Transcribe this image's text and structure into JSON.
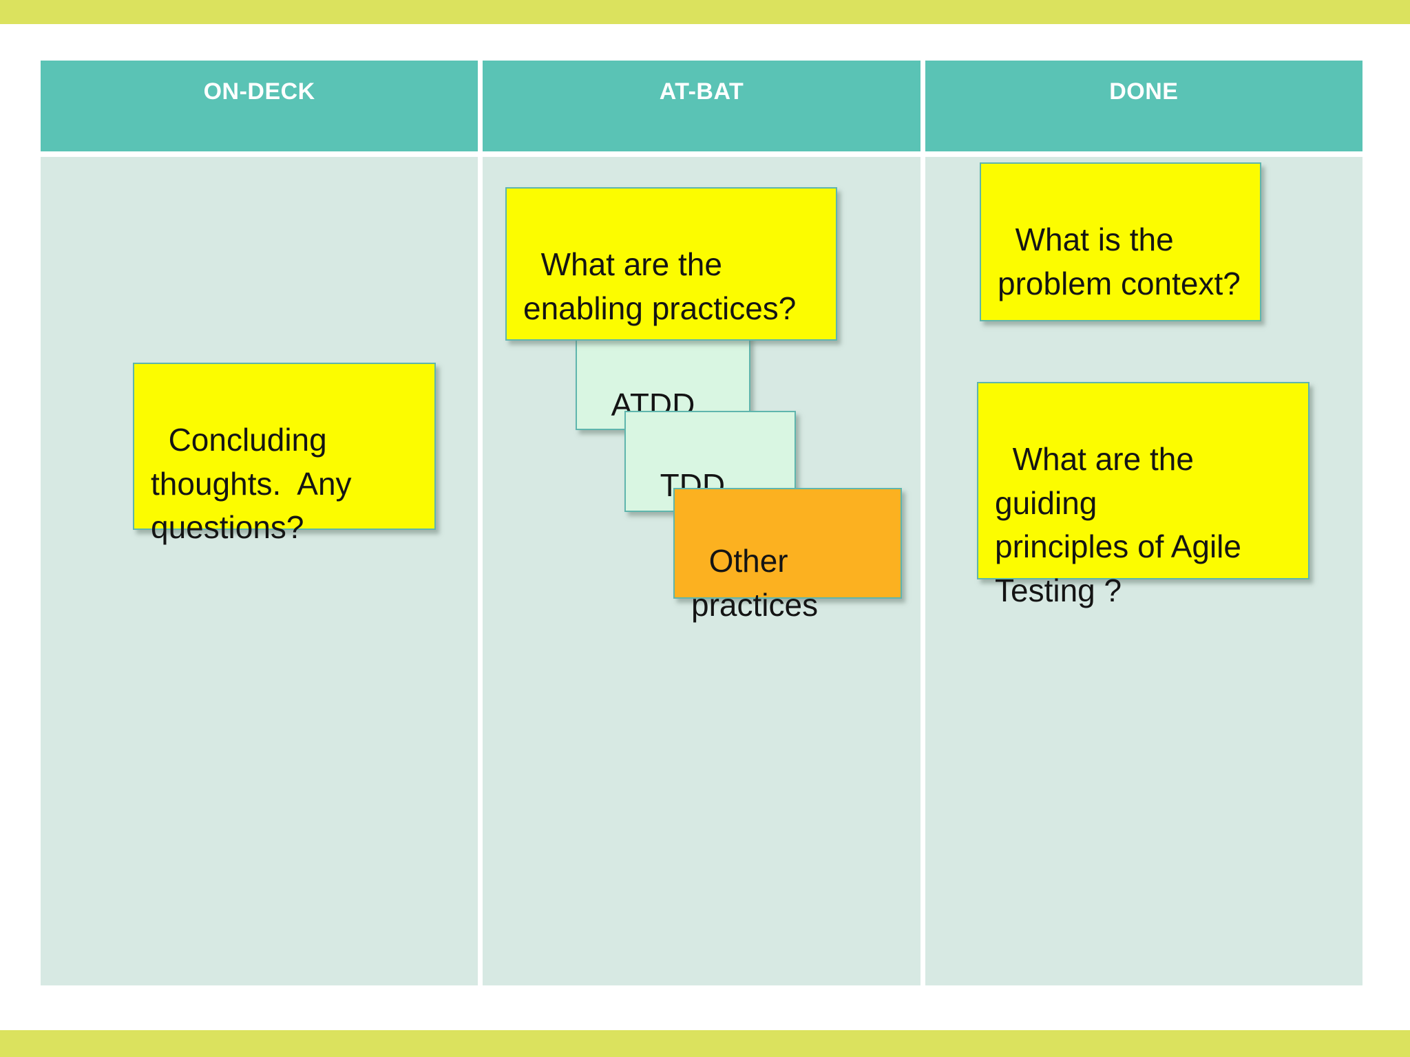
{
  "board": {
    "columns": [
      {
        "label": "ON-DECK"
      },
      {
        "label": "AT-BAT"
      },
      {
        "label": "DONE"
      }
    ]
  },
  "notes": {
    "concluding": {
      "text": "Concluding\nthoughts.  Any\nquestions?",
      "column": "ON-DECK",
      "color": "#fcfc00"
    },
    "enabling": {
      "text": "What are the\nenabling practices?",
      "column": "AT-BAT",
      "color": "#fcfc00"
    },
    "atdd": {
      "text": "ATDD",
      "column": "AT-BAT",
      "color": "#d9f6e2"
    },
    "tdd": {
      "text": "TDD",
      "column": "AT-BAT",
      "color": "#d9f6e2"
    },
    "other": {
      "text": "Other\npractices",
      "column": "AT-BAT",
      "color": "#fcb120"
    },
    "problem": {
      "text": "What is the\nproblem context?",
      "column": "DONE",
      "color": "#fcfc00"
    },
    "guiding": {
      "text": "What are the guiding\nprinciples of Agile\nTesting ?",
      "column": "DONE",
      "color": "#fcfc00"
    }
  },
  "colors": {
    "accent_bar": "#dbe25e",
    "column_header": "#5ac3b5",
    "column_body": "#d7e9e3",
    "note_border": "#5fb5ad",
    "note_yellow": "#fcfc00",
    "note_green": "#d9f6e2",
    "note_orange": "#fcb120",
    "header_text": "#ffffff"
  }
}
